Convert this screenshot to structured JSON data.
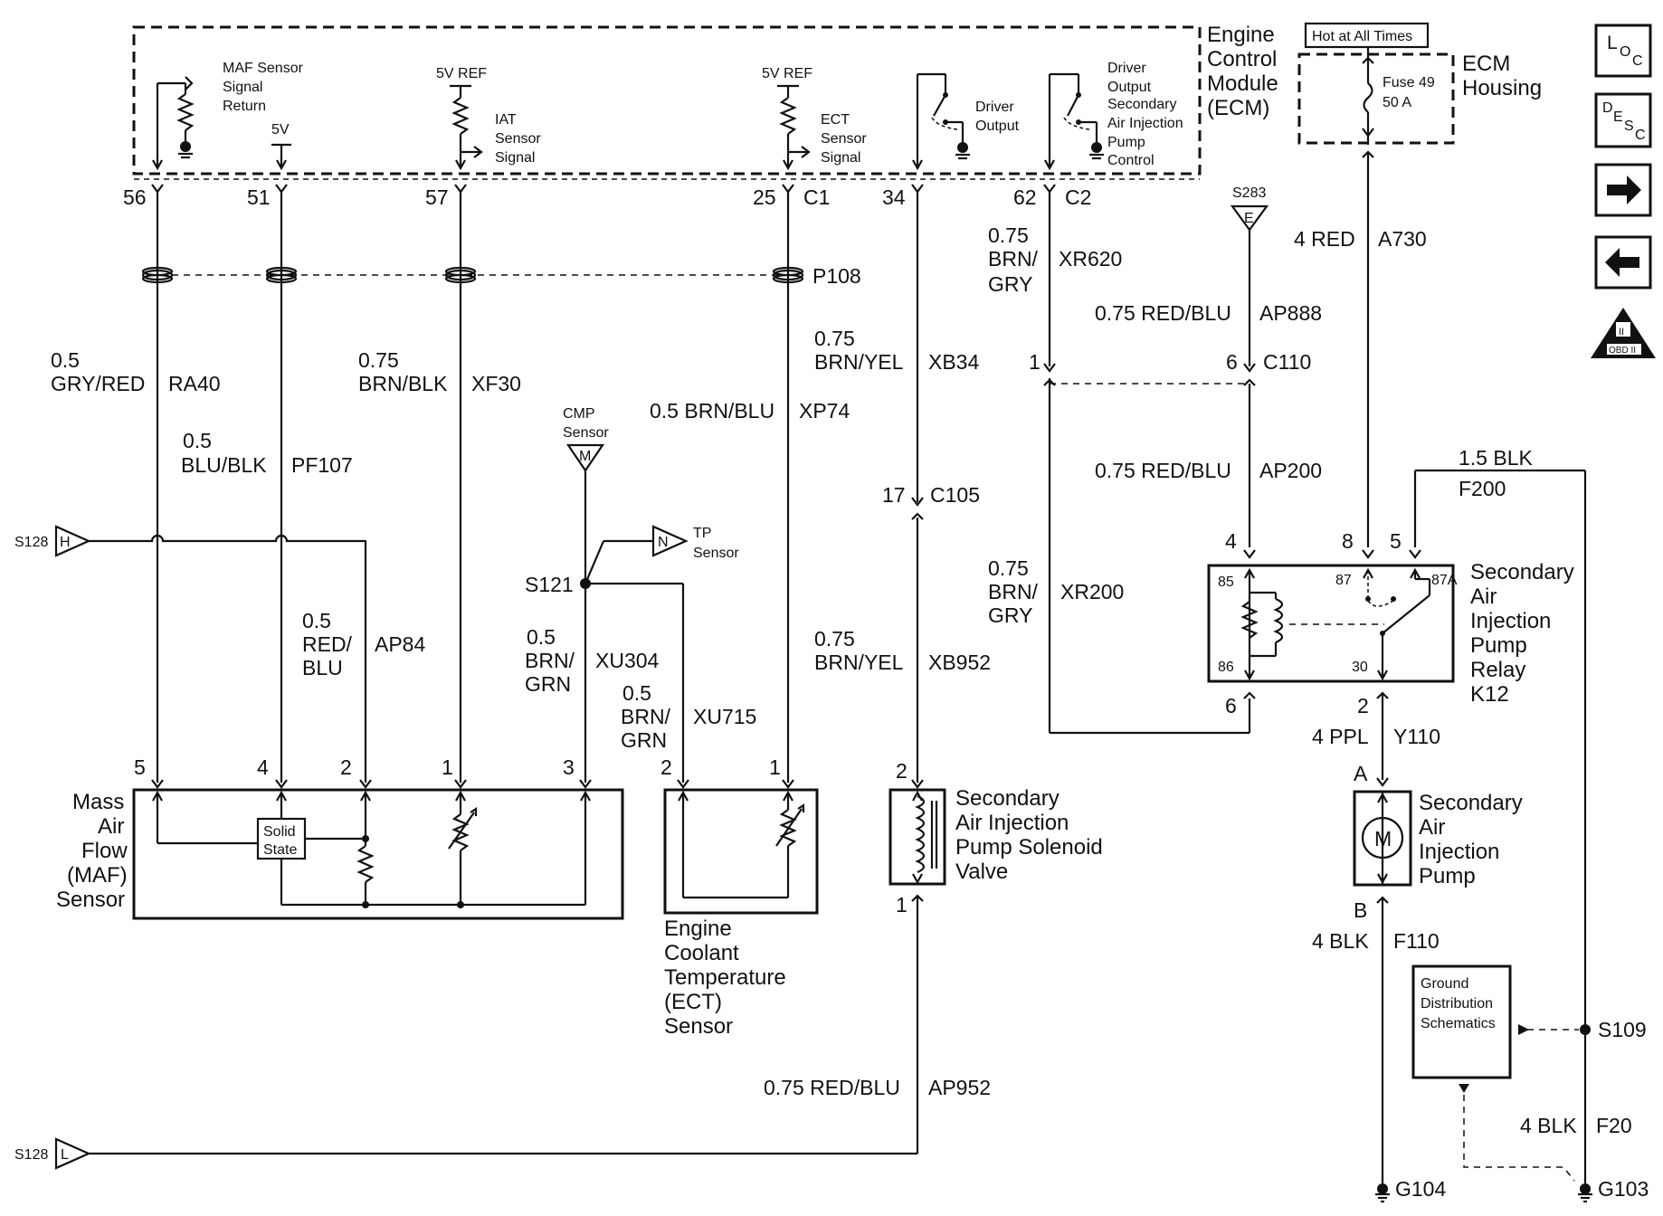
{
  "ecm": {
    "module_title": [
      "Engine",
      "Control",
      "Module",
      "(ECM)"
    ],
    "maf_signal": [
      "MAF Sensor",
      "Signal",
      "Return"
    ],
    "five_v": "5V",
    "five_v_ref_iat": "5V REF",
    "iat_signal": [
      "IAT",
      "Sensor",
      "Signal"
    ],
    "five_v_ref_ect": "5V REF",
    "ect_signal": [
      "ECT",
      "Sensor",
      "Signal"
    ],
    "driver_output": [
      "Driver",
      "Output"
    ],
    "driver_output_sec": [
      "Driver",
      "Output",
      "Secondary",
      "Air Injection",
      "Pump",
      "Control"
    ]
  },
  "ecm_housing": {
    "hot_label": "Hot at All Times",
    "title": [
      "ECM",
      "Housing"
    ],
    "fuse": [
      "Fuse 49",
      "50 A"
    ]
  },
  "pins": {
    "p56": "56",
    "p51": "51",
    "p57": "57",
    "p25": "25",
    "c1": "C1",
    "p34": "34",
    "p62": "62",
    "c2": "C2"
  },
  "connectors": {
    "p108": "P108",
    "c105_pin": "17",
    "c105": "C105",
    "c110_pin1": "1",
    "c110_pin6": "6",
    "c110": "C110"
  },
  "splices": {
    "s283": "S283",
    "s283_letter": "E",
    "s128_top": "S128",
    "s128_top_letter": "H",
    "s128_bottom": "S128",
    "s128_bottom_letter": "L",
    "s121": "S121",
    "s109": "S109"
  },
  "sensors_ref": {
    "cmp": [
      "CMP",
      "Sensor"
    ],
    "cmp_letter": "M",
    "tp": [
      "TP",
      "Sensor"
    ],
    "tp_letter": "N"
  },
  "wires": {
    "ra40_size": "0.5",
    "ra40_color": "GRY/RED",
    "ra40": "RA40",
    "pf107_size": "0.5",
    "pf107_color": "BLU/BLK",
    "pf107": "PF107",
    "xf30_size": "0.75",
    "xf30_color": "BRN/BLK",
    "xf30": "XF30",
    "xp74_color": "0.5 BRN/BLU",
    "xp74": "XP74",
    "xb34_size": "0.75",
    "xb34_color": "BRN/YEL",
    "xb34": "XB34",
    "xr620": [
      "0.75",
      "BRN/",
      "GRY"
    ],
    "xr620_id": "XR620",
    "ap888_color": "0.75 RED/BLU",
    "ap888": "AP888",
    "a730_color": "4 RED",
    "a730": "A730",
    "ap200_color": "0.75 RED/BLU",
    "ap200": "AP200",
    "f200_color": "1.5 BLK",
    "f200": "F200",
    "ap84": [
      "0.5",
      "RED/",
      "BLU"
    ],
    "ap84_id": "AP84",
    "xu304": [
      "0.5",
      "BRN/",
      "GRN"
    ],
    "xu304_id": "XU304",
    "xu715": [
      "0.5",
      "BRN/",
      "GRN"
    ],
    "xu715_id": "XU715",
    "xb952_size": "0.75",
    "xb952_color": "BRN/YEL",
    "xb952": "XB952",
    "xr200": [
      "0.75",
      "BRN/",
      "GRY"
    ],
    "xr200_id": "XR200",
    "y110_color": "4 PPL",
    "y110": "Y110",
    "f110_color": "4 BLK",
    "f110": "F110",
    "ap952_color": "0.75 RED/BLU",
    "ap952": "AP952",
    "f20_color": "4 BLK",
    "f20": "F20"
  },
  "relay": {
    "title": [
      "Secondary",
      "Air",
      "Injection",
      "Pump",
      "Relay",
      "K12"
    ],
    "t85": "85",
    "t86": "86",
    "t87": "87",
    "t87a": "87A",
    "t30": "30",
    "pin4": "4",
    "pin8": "8",
    "pin5": "5",
    "pin6": "6",
    "pin2": "2"
  },
  "maf": {
    "title": [
      "Mass",
      "Air",
      "Flow",
      "(MAF)",
      "Sensor"
    ],
    "solid_state": [
      "Solid",
      "State"
    ],
    "pins": [
      "5",
      "4",
      "2",
      "1",
      "3"
    ]
  },
  "ect": {
    "title": [
      "Engine",
      "Coolant",
      "Temperature",
      "(ECT)",
      "Sensor"
    ],
    "pins": [
      "2",
      "1"
    ]
  },
  "solenoid": {
    "title": [
      "Secondary",
      "Air Injection",
      "Pump Solenoid",
      "Valve"
    ],
    "pin_top": "2",
    "pin_bottom": "1"
  },
  "pump": {
    "title": [
      "Secondary",
      "Air",
      "Injection",
      "Pump"
    ],
    "motor_letter": "M",
    "pin_a": "A",
    "pin_b": "B"
  },
  "ground_box": {
    "title": [
      "Ground",
      "Distribution",
      "Schematics"
    ]
  },
  "grounds": {
    "g104": "G104",
    "g103": "G103"
  },
  "nav_icons": {
    "loc": [
      "L",
      "O",
      "C"
    ],
    "desc": [
      "D",
      "E",
      "S",
      "C"
    ],
    "obd": [
      "II",
      "OBD II"
    ]
  }
}
